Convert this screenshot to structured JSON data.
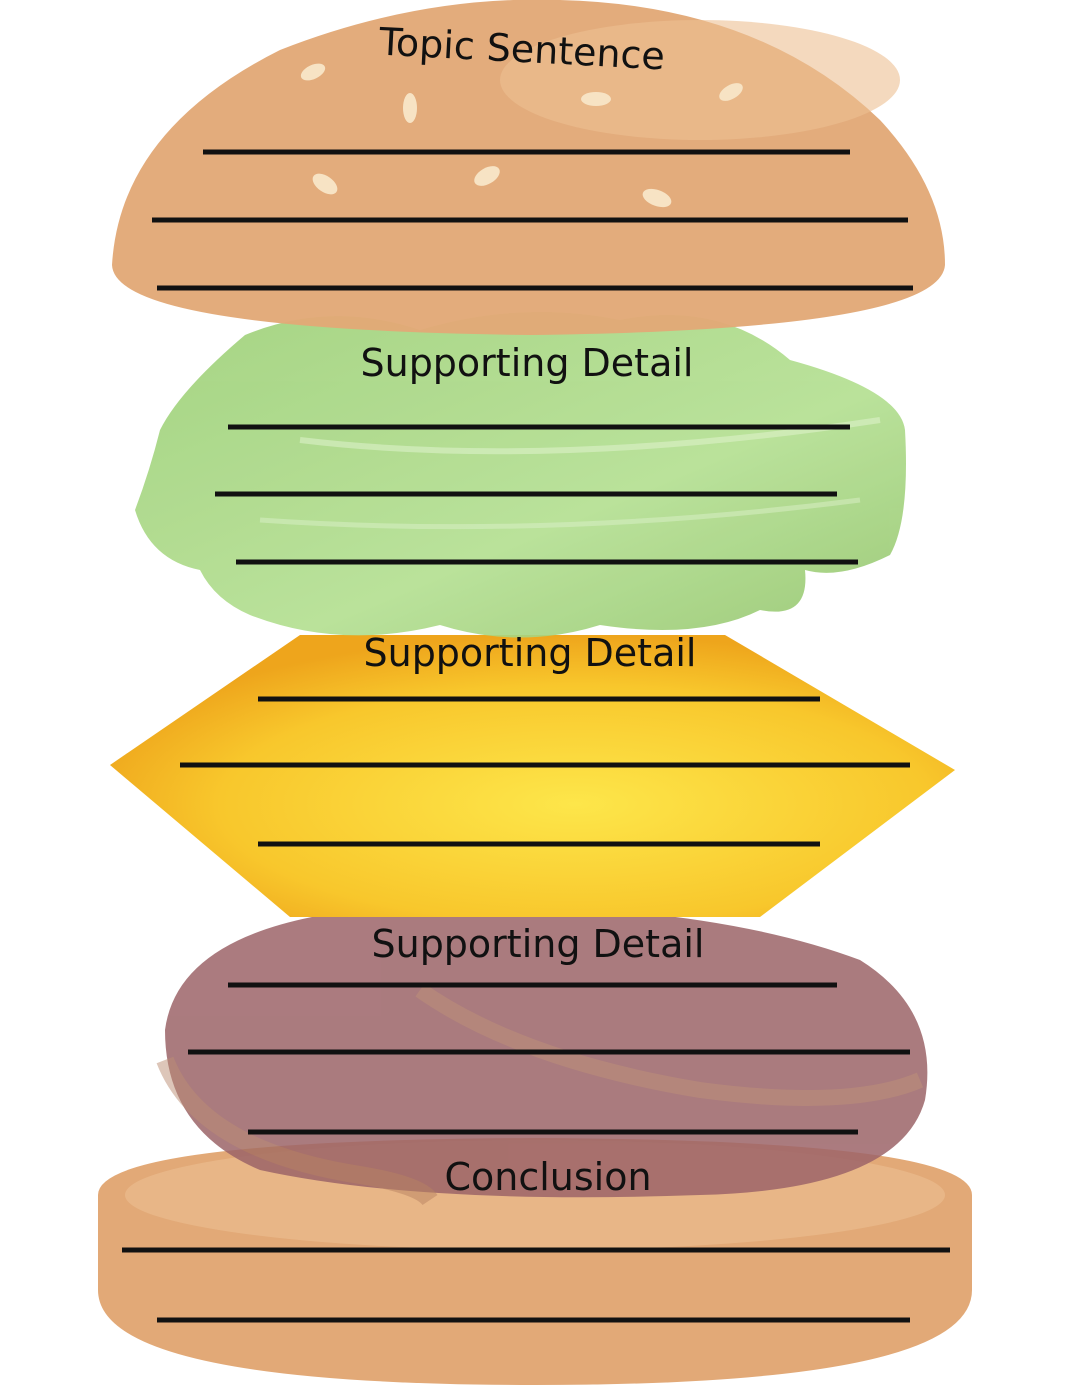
{
  "worksheet": {
    "sections": [
      {
        "id": "top-bun",
        "label": "Topic Sentence",
        "lines": 3
      },
      {
        "id": "lettuce",
        "label": "Supporting Detail",
        "lines": 3
      },
      {
        "id": "cheese",
        "label": "Supporting Detail",
        "lines": 3
      },
      {
        "id": "patty",
        "label": "Supporting Detail",
        "lines": 3
      },
      {
        "id": "bottom-bun",
        "label": "Conclusion",
        "lines": 2
      }
    ]
  },
  "colors": {
    "bun": "#e2a977",
    "bun_light": "#ecbf93",
    "sesame": "#f7e3c4",
    "lettuce": "#a8d884",
    "cheese": "#f8c72c",
    "patty": "#9c6468",
    "line": "#111111"
  }
}
